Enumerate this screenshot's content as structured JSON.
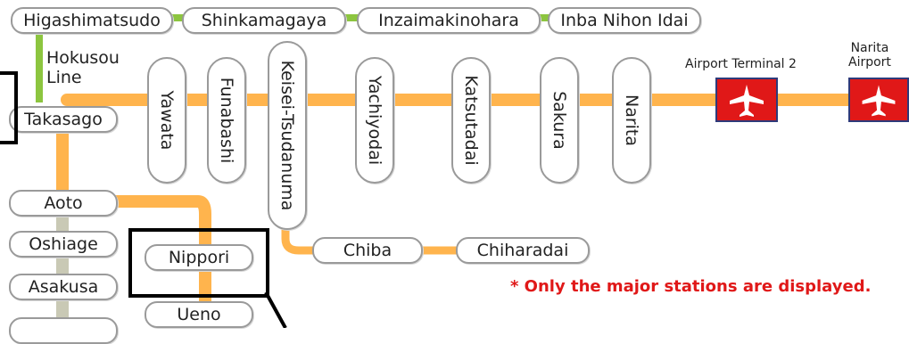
{
  "colors": {
    "keisei_line": "#ffb44d",
    "hokusou_line": "#8cc53f",
    "asakusa_line": "#c9c9b5",
    "airport_red": "#e01818"
  },
  "top_stations": [
    "Higashimatsudo",
    "Shinkamagaya",
    "Inzaimakinohara",
    "Inba Nihon Idai"
  ],
  "hokusou_line_label": "Hokusou\nLine",
  "left_stations": {
    "takasago": "Takasago",
    "aoto": "Aoto",
    "oshiage": "Oshiage",
    "asakusa": "Asakusa",
    "nippori": "Nippori",
    "ueno": "Ueno"
  },
  "main_stations": [
    "Yawata",
    "Funabashi",
    "Keisei-Tsudanuma",
    "Yachiyodai",
    "Katsutadai",
    "Sakura",
    "Narita"
  ],
  "branch_stations": {
    "chiba": "Chiba",
    "chiharadai": "Chiharadai"
  },
  "airports": {
    "terminal2": "Airport Terminal 2",
    "narita_airport": "Narita\nAirport"
  },
  "icons": {
    "airport": "airplane-icon"
  },
  "note": "* Only the major stations are displayed."
}
